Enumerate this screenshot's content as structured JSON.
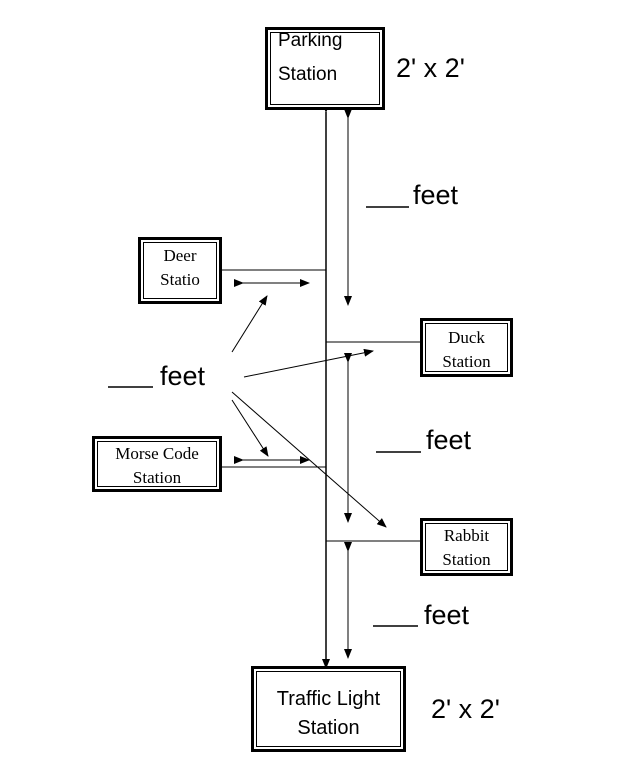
{
  "stations": {
    "parking": {
      "line1": "Parking",
      "line2": "Station",
      "size": "2' x 2'"
    },
    "deer": {
      "line1": "Deer",
      "line2": "Statio"
    },
    "duck": {
      "line1": "Duck",
      "line2": "Station"
    },
    "morse": {
      "line1": "Morse Code",
      "line2": "Station"
    },
    "rabbit": {
      "line1": "Rabbit",
      "line2": "Station"
    },
    "traffic": {
      "line1": "Traffic Light",
      "line2": "Station",
      "size": "2' x 2'"
    }
  },
  "distances": {
    "top": "feet",
    "left": "feet",
    "middle": "feet",
    "bottom": "feet"
  }
}
